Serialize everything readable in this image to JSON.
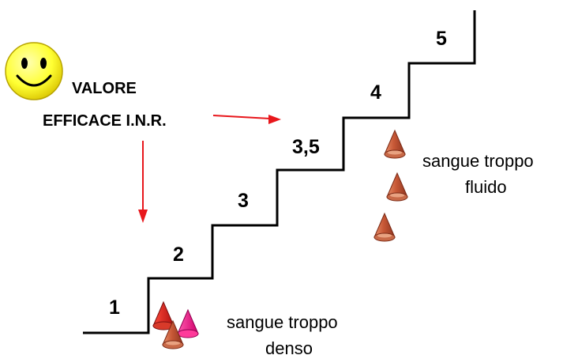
{
  "steps": [
    {
      "label": "1"
    },
    {
      "label": "2"
    },
    {
      "label": "3"
    },
    {
      "label": "3,5"
    },
    {
      "label": "4"
    },
    {
      "label": "5"
    }
  ],
  "target": {
    "line1": "VALORE",
    "line2": "EFFICACE I.N.R."
  },
  "notes": {
    "thin_line1": "sangue troppo",
    "thin_line2": "fluido",
    "thick_line1": "sangue troppo",
    "thick_line2": "denso"
  },
  "icons": {
    "smiley": "smiley-face-icon",
    "drop": "blood-drop-icon",
    "arrow": "red-arrow-icon"
  },
  "colors": {
    "arrow": "#e8171c",
    "smiley_fill": "#ffff33",
    "drop_fill": "#c85a3a",
    "drop_magenta": "#ff1493"
  }
}
